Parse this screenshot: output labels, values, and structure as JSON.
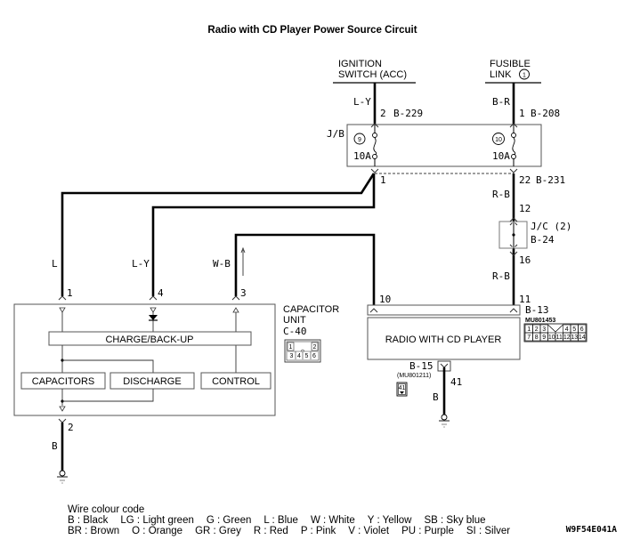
{
  "title": "Radio with CD Player Power Source Circuit",
  "sources": {
    "ignition": {
      "line1": "IGNITION",
      "line2": "SWITCH (ACC)",
      "wire": "L-Y",
      "pin": "2",
      "connector": "B-229"
    },
    "fusible": {
      "line1": "FUSIBLE",
      "line2": "LINK",
      "circle": "1",
      "wire": "B-R",
      "pin": "1",
      "connector": "B-208"
    }
  },
  "junction_block": {
    "label": "J/B",
    "fuse_left": {
      "number": "9",
      "rating": "10A"
    },
    "fuse_right": {
      "number": "10",
      "rating": "10A"
    },
    "out_left_pin": "1",
    "out_right_pin": "22",
    "out_right_connector": "B-231"
  },
  "joint_connector": {
    "wire_in": "R-B",
    "pin_in": "12",
    "label": "J/C (2)",
    "connector": "B-24",
    "pin_out": "16",
    "wire_out": "R-B"
  },
  "capacitor_unit": {
    "title_line1": "CAPACITOR",
    "title_line2": "UNIT",
    "connector": "C-40",
    "connector_pins": [
      "1",
      "2",
      "3",
      "4",
      "5",
      "6"
    ],
    "blocks": {
      "charge": "CHARGE/BACK-UP",
      "capacitors": "CAPACITORS",
      "discharge": "DISCHARGE",
      "control": "CONTROL"
    },
    "wires": [
      {
        "color": "L",
        "pin": "1"
      },
      {
        "color": "L-Y",
        "pin": "4"
      },
      {
        "color": "W-B",
        "pin": "3"
      }
    ],
    "ground": {
      "pin": "2",
      "color": "B"
    }
  },
  "radio": {
    "label": "RADIO WITH CD PLAYER",
    "pin_left": "10",
    "pin_right": "11",
    "connector": "B-13",
    "part_no": "MU801453",
    "connector_top_row": [
      "1",
      "2",
      "3",
      "",
      "4",
      "5",
      "6"
    ],
    "connector_bottom_row": [
      "7",
      "8",
      "9",
      "10",
      "11",
      "12",
      "13",
      "14"
    ],
    "ground_connector": "B-15",
    "ground_part_no": "(MU801211)",
    "ground_pin": "41",
    "ground_color": "B"
  },
  "legend": {
    "title": "Wire colour code",
    "row1": [
      "B : Black",
      "LG : Light green",
      "G : Green",
      "L : Blue",
      "W : White",
      "Y : Yellow",
      "SB : Sky blue"
    ],
    "row2": [
      "BR : Brown",
      "O : Orange",
      "GR : Grey",
      "R : Red",
      "P : Pink",
      "V : Violet",
      "PU : Purple",
      "SI : Silver"
    ]
  },
  "figure_code": "W9F54E041A"
}
